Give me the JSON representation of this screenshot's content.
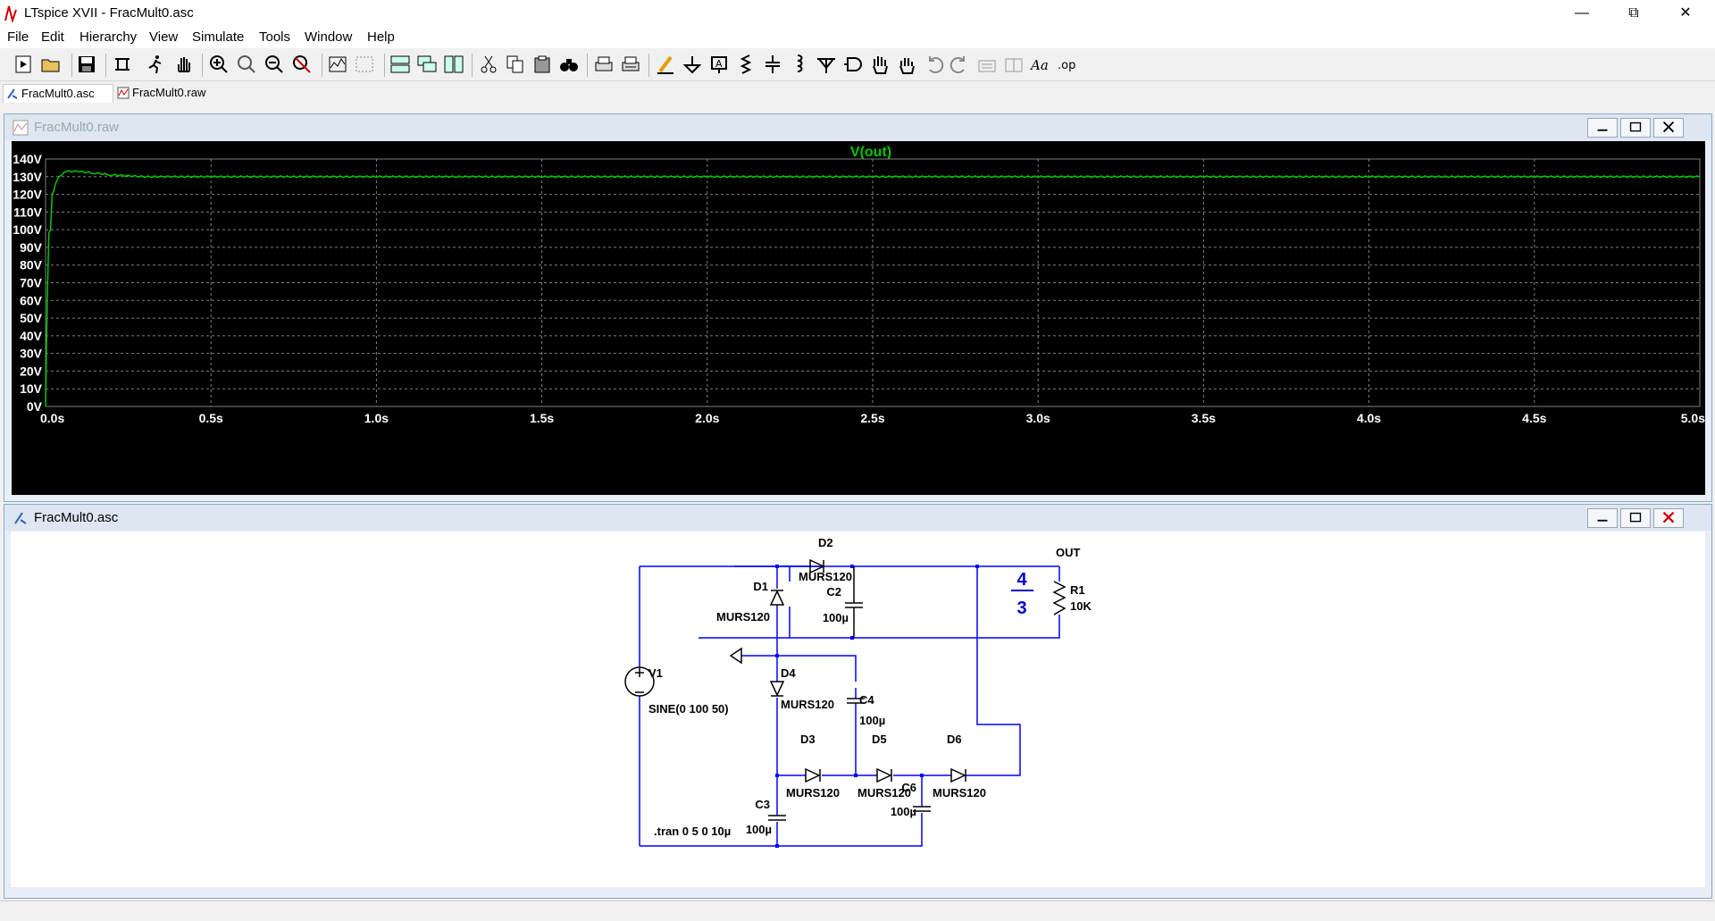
{
  "window": {
    "title": "LTspice XVII - FracMult0.asc"
  },
  "menu": [
    "File",
    "Edit",
    "Hierarchy",
    "View",
    "Simulate",
    "Tools",
    "Window",
    "Help"
  ],
  "tabs": [
    {
      "label": "FracMult0.asc",
      "active": true
    },
    {
      "label": "FracMult0.raw",
      "active": false
    }
  ],
  "waveform_window": {
    "title": "FracMult0.raw"
  },
  "schematic_window": {
    "title": "FracMult0.asc"
  },
  "chart_data": {
    "type": "line",
    "title": "V(out)",
    "xlabel": "",
    "ylabel": "",
    "x_ticks": [
      "0.0s",
      "0.5s",
      "1.0s",
      "1.5s",
      "2.0s",
      "2.5s",
      "3.0s",
      "3.5s",
      "4.0s",
      "4.5s",
      "5.0s"
    ],
    "y_ticks": [
      "140V",
      "130V",
      "120V",
      "110V",
      "100V",
      "90V",
      "80V",
      "70V",
      "60V",
      "50V",
      "40V",
      "30V",
      "20V",
      "10V",
      "0V"
    ],
    "xlim": [
      0,
      5
    ],
    "ylim": [
      0,
      140
    ],
    "grid": true,
    "background": "#000000",
    "series": [
      {
        "name": "V(out)",
        "color": "#00c800",
        "x": [
          0.0,
          0.005,
          0.01,
          0.015,
          0.02,
          0.025,
          0.03,
          0.04,
          0.05,
          0.06,
          0.08,
          0.1,
          0.15,
          0.2,
          0.3,
          0.5,
          1.0,
          2.0,
          3.0,
          4.0,
          5.0
        ],
        "y": [
          0,
          60,
          98,
          100,
          120,
          122,
          126,
          130,
          131,
          133,
          133,
          133,
          132,
          131,
          130,
          130,
          130,
          130,
          130,
          130,
          130
        ]
      }
    ]
  },
  "schematic": {
    "labels": {
      "d1": "D1",
      "d1m": "MURS120",
      "d2": "D2",
      "d2m": "MURS120",
      "c2": "C2",
      "c2v": "100µ",
      "out": "OUT",
      "r1": "R1",
      "r1v": "10K",
      "frac_num": "4",
      "frac_den": "3",
      "v1": "V1",
      "v1v": "SINE(0 100 50)",
      "d4": "D4",
      "d4m": "MURS120",
      "c4": "C4",
      "c4v": "100µ",
      "d3": "D3",
      "d3m": "MURS120",
      "d5": "D5",
      "d5m": "MURS120",
      "d6": "D6",
      "d6m": "MURS120",
      "c6": "C6",
      "c6v": "100µ",
      "c3": "C3",
      "c3v": "100µ",
      "tran": ".tran 0 5 0 10µ"
    }
  },
  "colors": {
    "wire": "#0000ff",
    "component": "#000000",
    "trace": "#00c800",
    "grid": "#808080"
  }
}
